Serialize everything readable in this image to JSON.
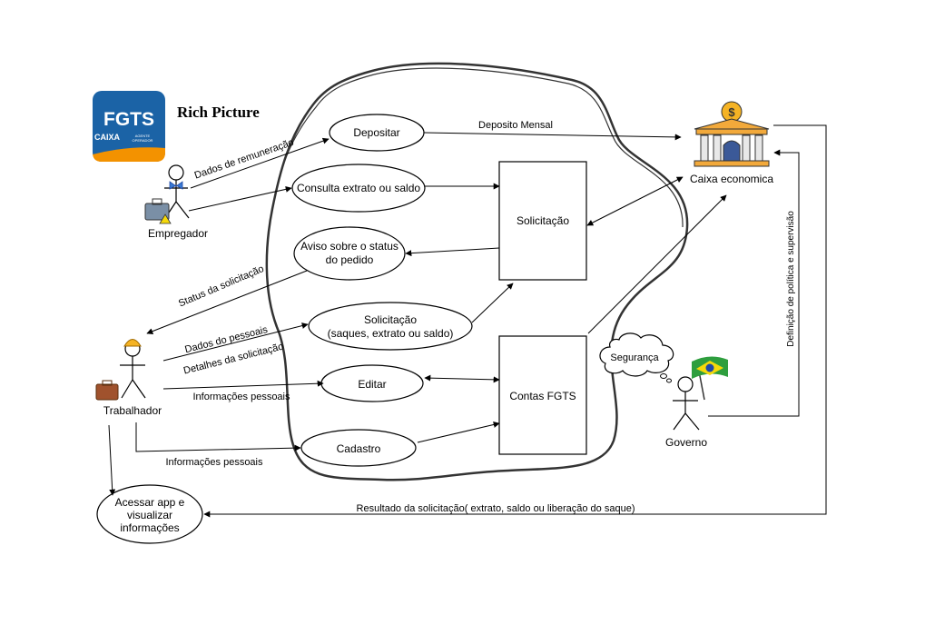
{
  "title": "Rich Picture",
  "logo": {
    "main": "FGTS",
    "brand": "CAIXA",
    "sub_line1": "AGENTE",
    "sub_line2": "OPERADOR",
    "color": "#1b63a6",
    "accent": "#f39200"
  },
  "actors": {
    "empregador": "Empregador",
    "trabalhador": "Trabalhador",
    "governo": "Governo",
    "caixa": "Caixa economica"
  },
  "processes": {
    "depositar": "Depositar",
    "consulta": "Consulta extrato ou saldo",
    "aviso_line1": "Aviso sobre o status",
    "aviso_line2": "do pedido",
    "solic_line1": "Solicitação",
    "solic_line2": "(saques, extrato ou saldo)",
    "editar": "Editar",
    "cadastro": "Cadastro",
    "acessar_line1": "Acessar app e",
    "acessar_line2": "visualizar",
    "acessar_line3": "informações"
  },
  "stores": {
    "solicitacao": "Solicitação",
    "contas": "Contas FGTS"
  },
  "cloud": "Segurança",
  "flows": {
    "dados_remuneracao": "Dados de remuneração",
    "deposito_mensal": "Deposito Mensal",
    "status_solicitacao": "Status da solicitação",
    "dados_pessoais": "Dados do pessoais",
    "detalhes_solicitacao": "Detalhes da solicitação",
    "info_pessoais_1": "Informações pessoais",
    "info_pessoais_2": "Informações pessoais",
    "definicao": "Definição de política e supervisão",
    "resultado": "Resultado da solicitação( extrato, saldo ou liberação do saque)"
  },
  "colors": {
    "line": "#000000",
    "bank": "#f2a93b",
    "bank_dark": "#3b5998",
    "flag_green": "#2e9e3e",
    "flag_yellow": "#f5d90a",
    "flag_blue": "#1f4aa8",
    "helmet": "#f5b324",
    "case": "#a0522d"
  }
}
